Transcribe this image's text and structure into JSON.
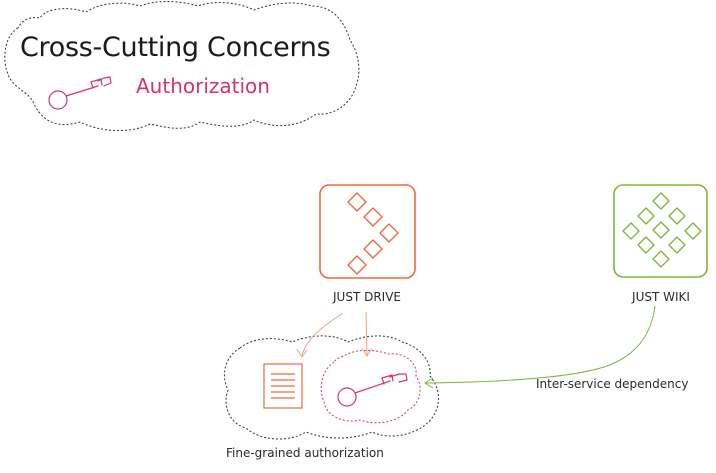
{
  "title": "Cross-Cutting Concerns",
  "subtitle": "Authorization",
  "services": {
    "drive": {
      "label": "JUST DRIVE"
    },
    "wiki": {
      "label": "JUST WIKI"
    }
  },
  "labels": {
    "dependency": "Inter-service dependency",
    "fine_grained": "Fine-grained authorization"
  },
  "icons": {
    "key": "key-icon",
    "document": "document-icon",
    "drive_logo": "just-drive-logo-icon",
    "wiki_logo": "just-wiki-logo-icon"
  },
  "colors": {
    "drive": "#f06a3d",
    "wiki": "#7ab83a",
    "key": "#d6336c",
    "outline": "#333333"
  }
}
